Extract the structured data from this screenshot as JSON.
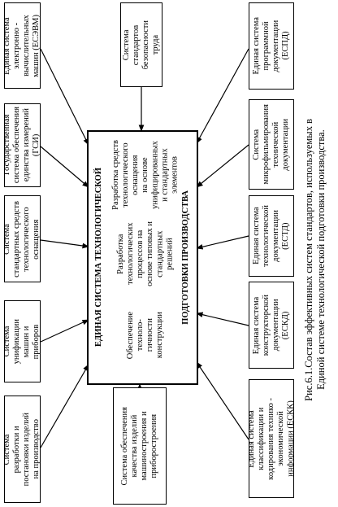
{
  "diagram": {
    "central": {
      "title_line1": "ЕДИНАЯ СИСТЕМА ТЕХНОЛОГИЧЕСКОЙ",
      "title_line2": "ПОДГОТОВКИ ПРОИЗВОДСТВА",
      "items": [
        "Обеспечение\nтехноло-\nгичности\nконструкции",
        "Разработка\nтехнологических\nпроцессов на\nоснове типовых и\nстандартных\nрешений",
        "Разработка средств\nтехнологического\nоснащения\nна основе\nунифицированных\nи стандартных\nэлементов"
      ]
    },
    "left": [
      "Единая система\nэлектронно -\nвычислительных\nмашин (ЕСЭВМ)",
      "Государственная\nсистема обеспечения\nединства измерений\n(ГСИ)",
      "Система\nстандартных средств\nтехнологического\nоснащения",
      "Система\nунификации\nмашин и\nприборов",
      "Система\nразработки и\nпостановки изделий\nна производство"
    ],
    "top_middle": "Система\nстандартов\nбезопасности\nтруда",
    "bottom_middle": "Система обеспечения\nкачества изделий\nмашиностроения и\nприборостроения",
    "right": [
      "Единая система\nпрограммной\nдокументации\n(ЕСПД)",
      "Система\nмикрофильмирования\nтехнической\nдокументации",
      "Единая система\nтехнологической\nдокументации\n(ЕСТД)",
      "Единая система\nконструкторской\nдокументации\n(ЕСКД)",
      "Единая система\nклассификации и\nкодирования технико -\nэкономической\nинформации (ЕСКК)"
    ],
    "caption": "Рис.6.1.Состав эффективных систем стандартов, используемых в\nЕдиной системе технологической подготовки производства."
  }
}
